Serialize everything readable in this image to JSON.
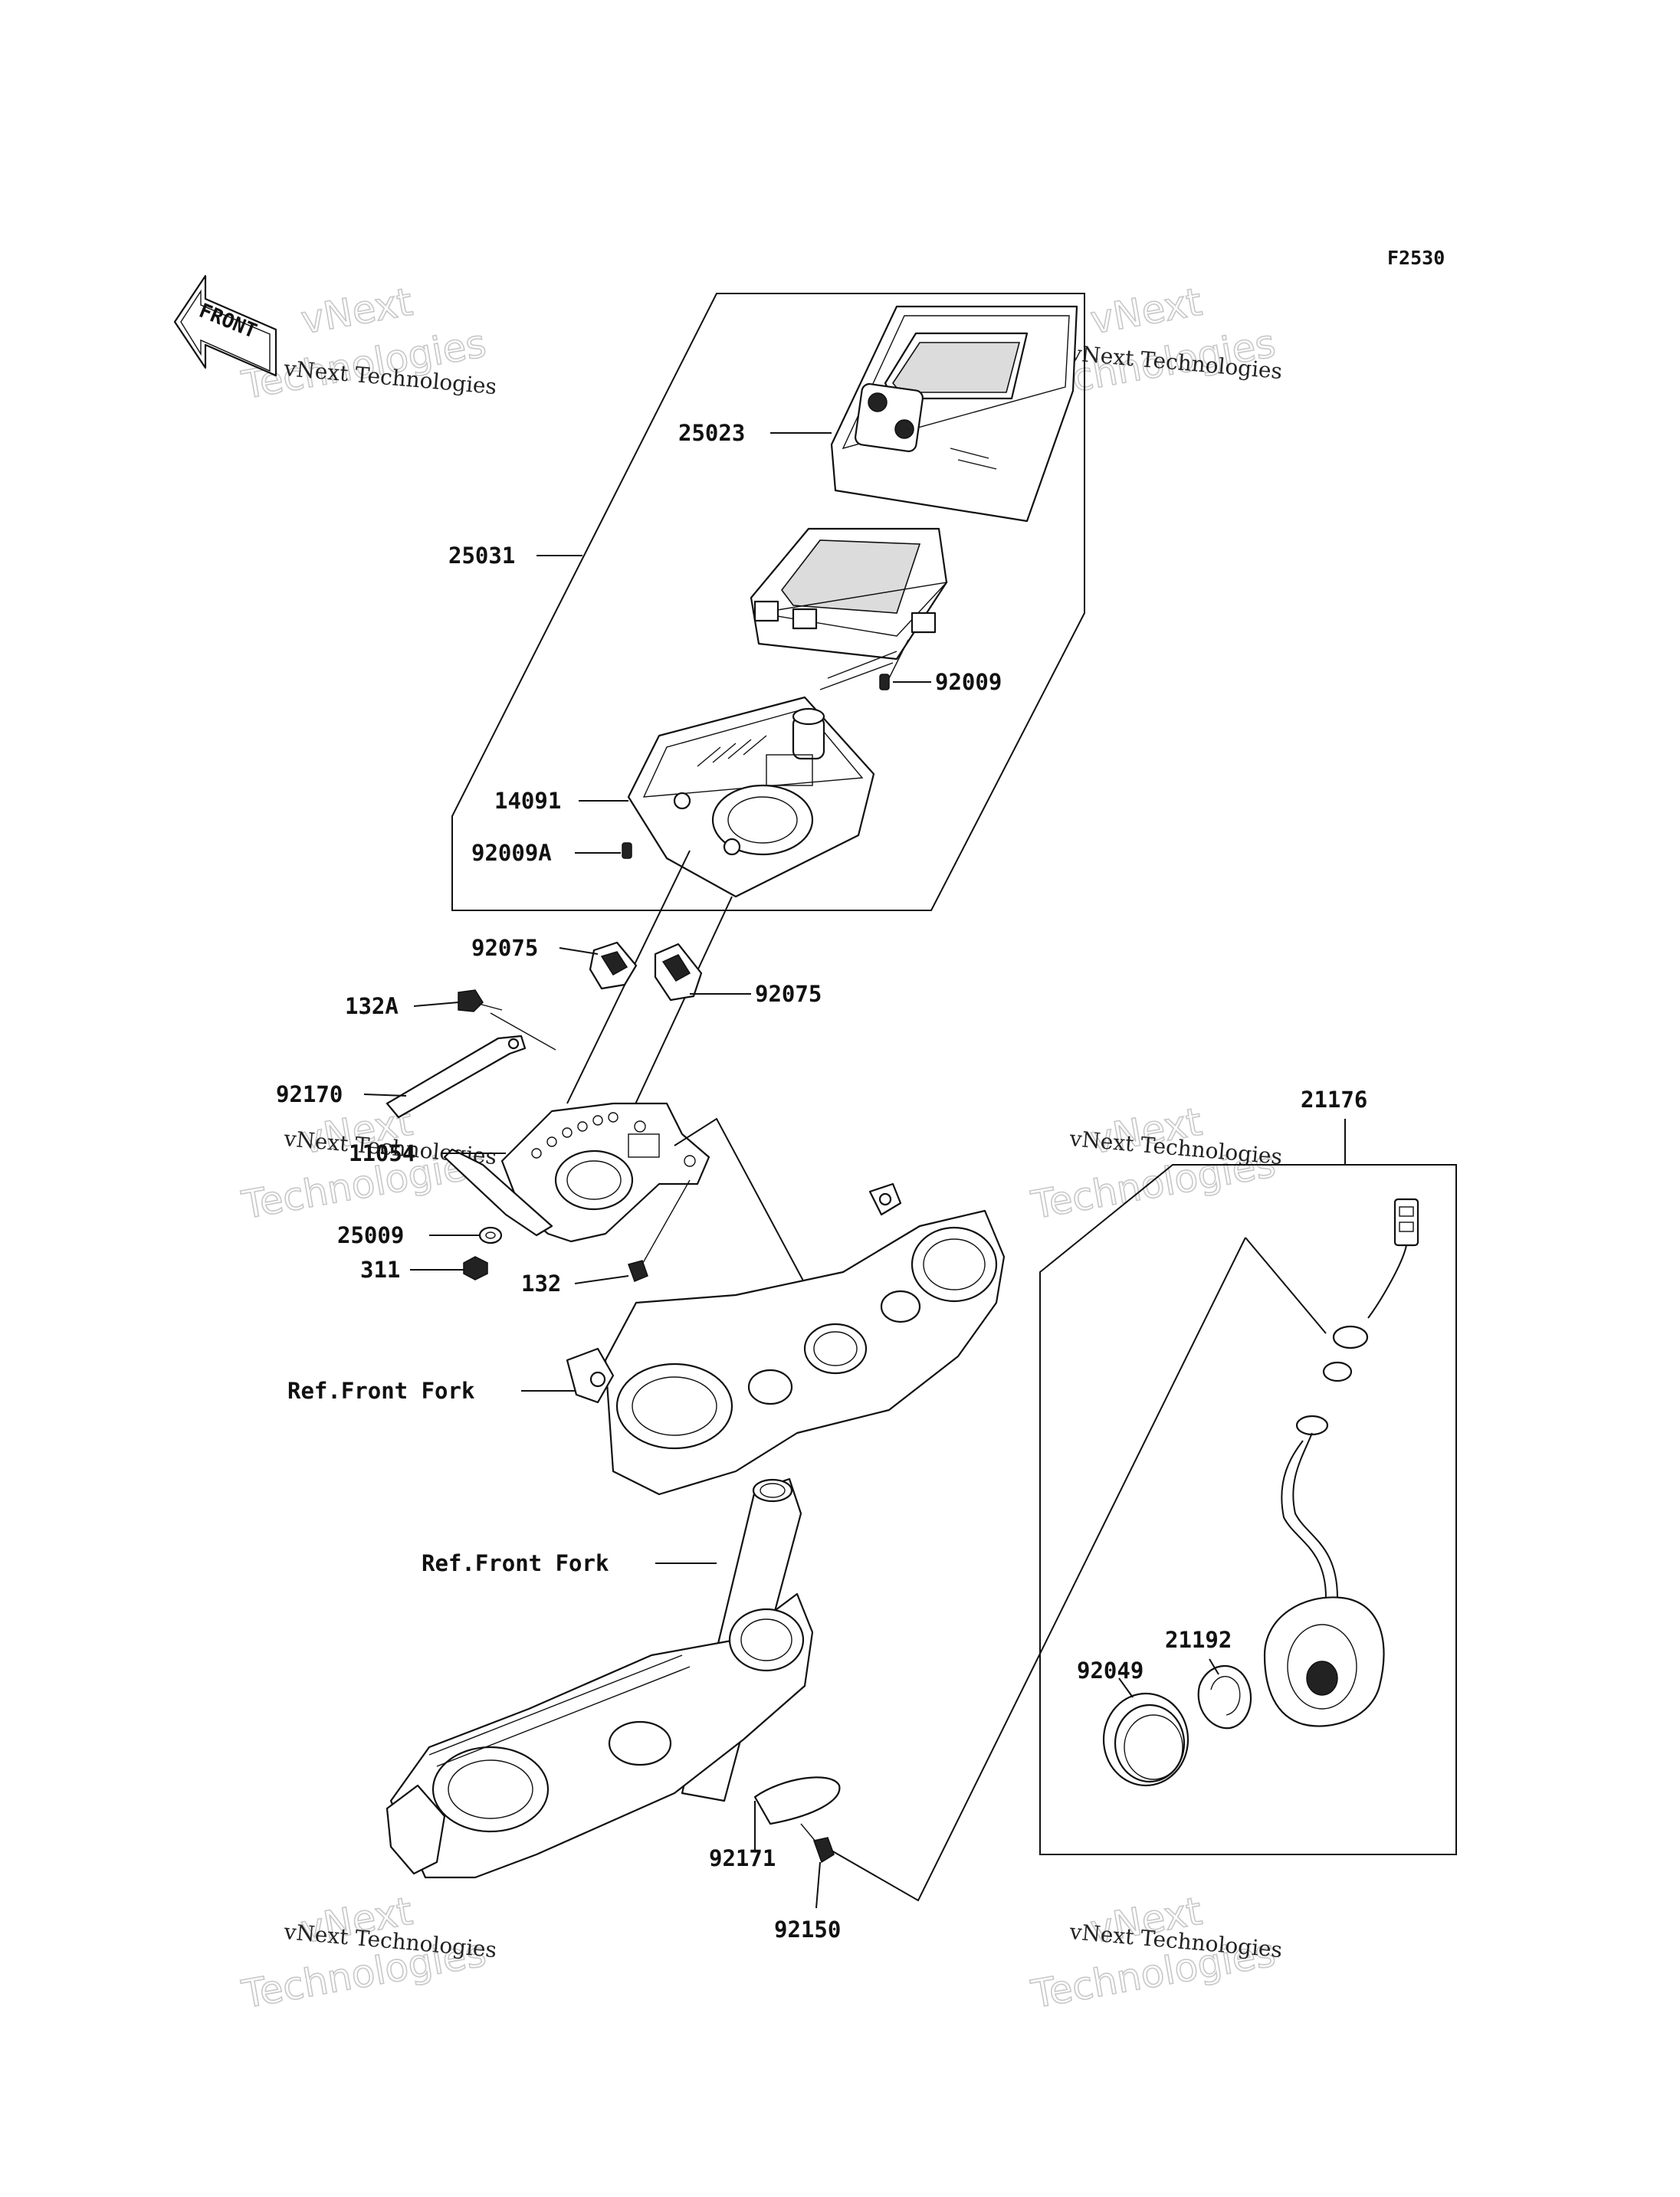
{
  "diagram": {
    "code": "F2530",
    "front_label": "FRONT",
    "watermark": {
      "line_small": "vNext Technologies",
      "line_big_1": "vNext",
      "line_big_2": "Technologies"
    },
    "parts": {
      "p25023": "25023",
      "p25031": "25031",
      "p92009": "92009",
      "p14091": "14091",
      "p92009A": "92009A",
      "p92075_left": "92075",
      "p92075_right": "92075",
      "p132A": "132A",
      "p92170": "92170",
      "p11054": "11054",
      "p25009": "25009",
      "p311": "311",
      "p132": "132",
      "ref_front_fork_upper": "Ref.Front Fork",
      "ref_front_fork_lower": "Ref.Front Fork",
      "p21176": "21176",
      "p21192": "21192",
      "p92049": "92049",
      "p92171": "92171",
      "p92150": "92150"
    }
  }
}
